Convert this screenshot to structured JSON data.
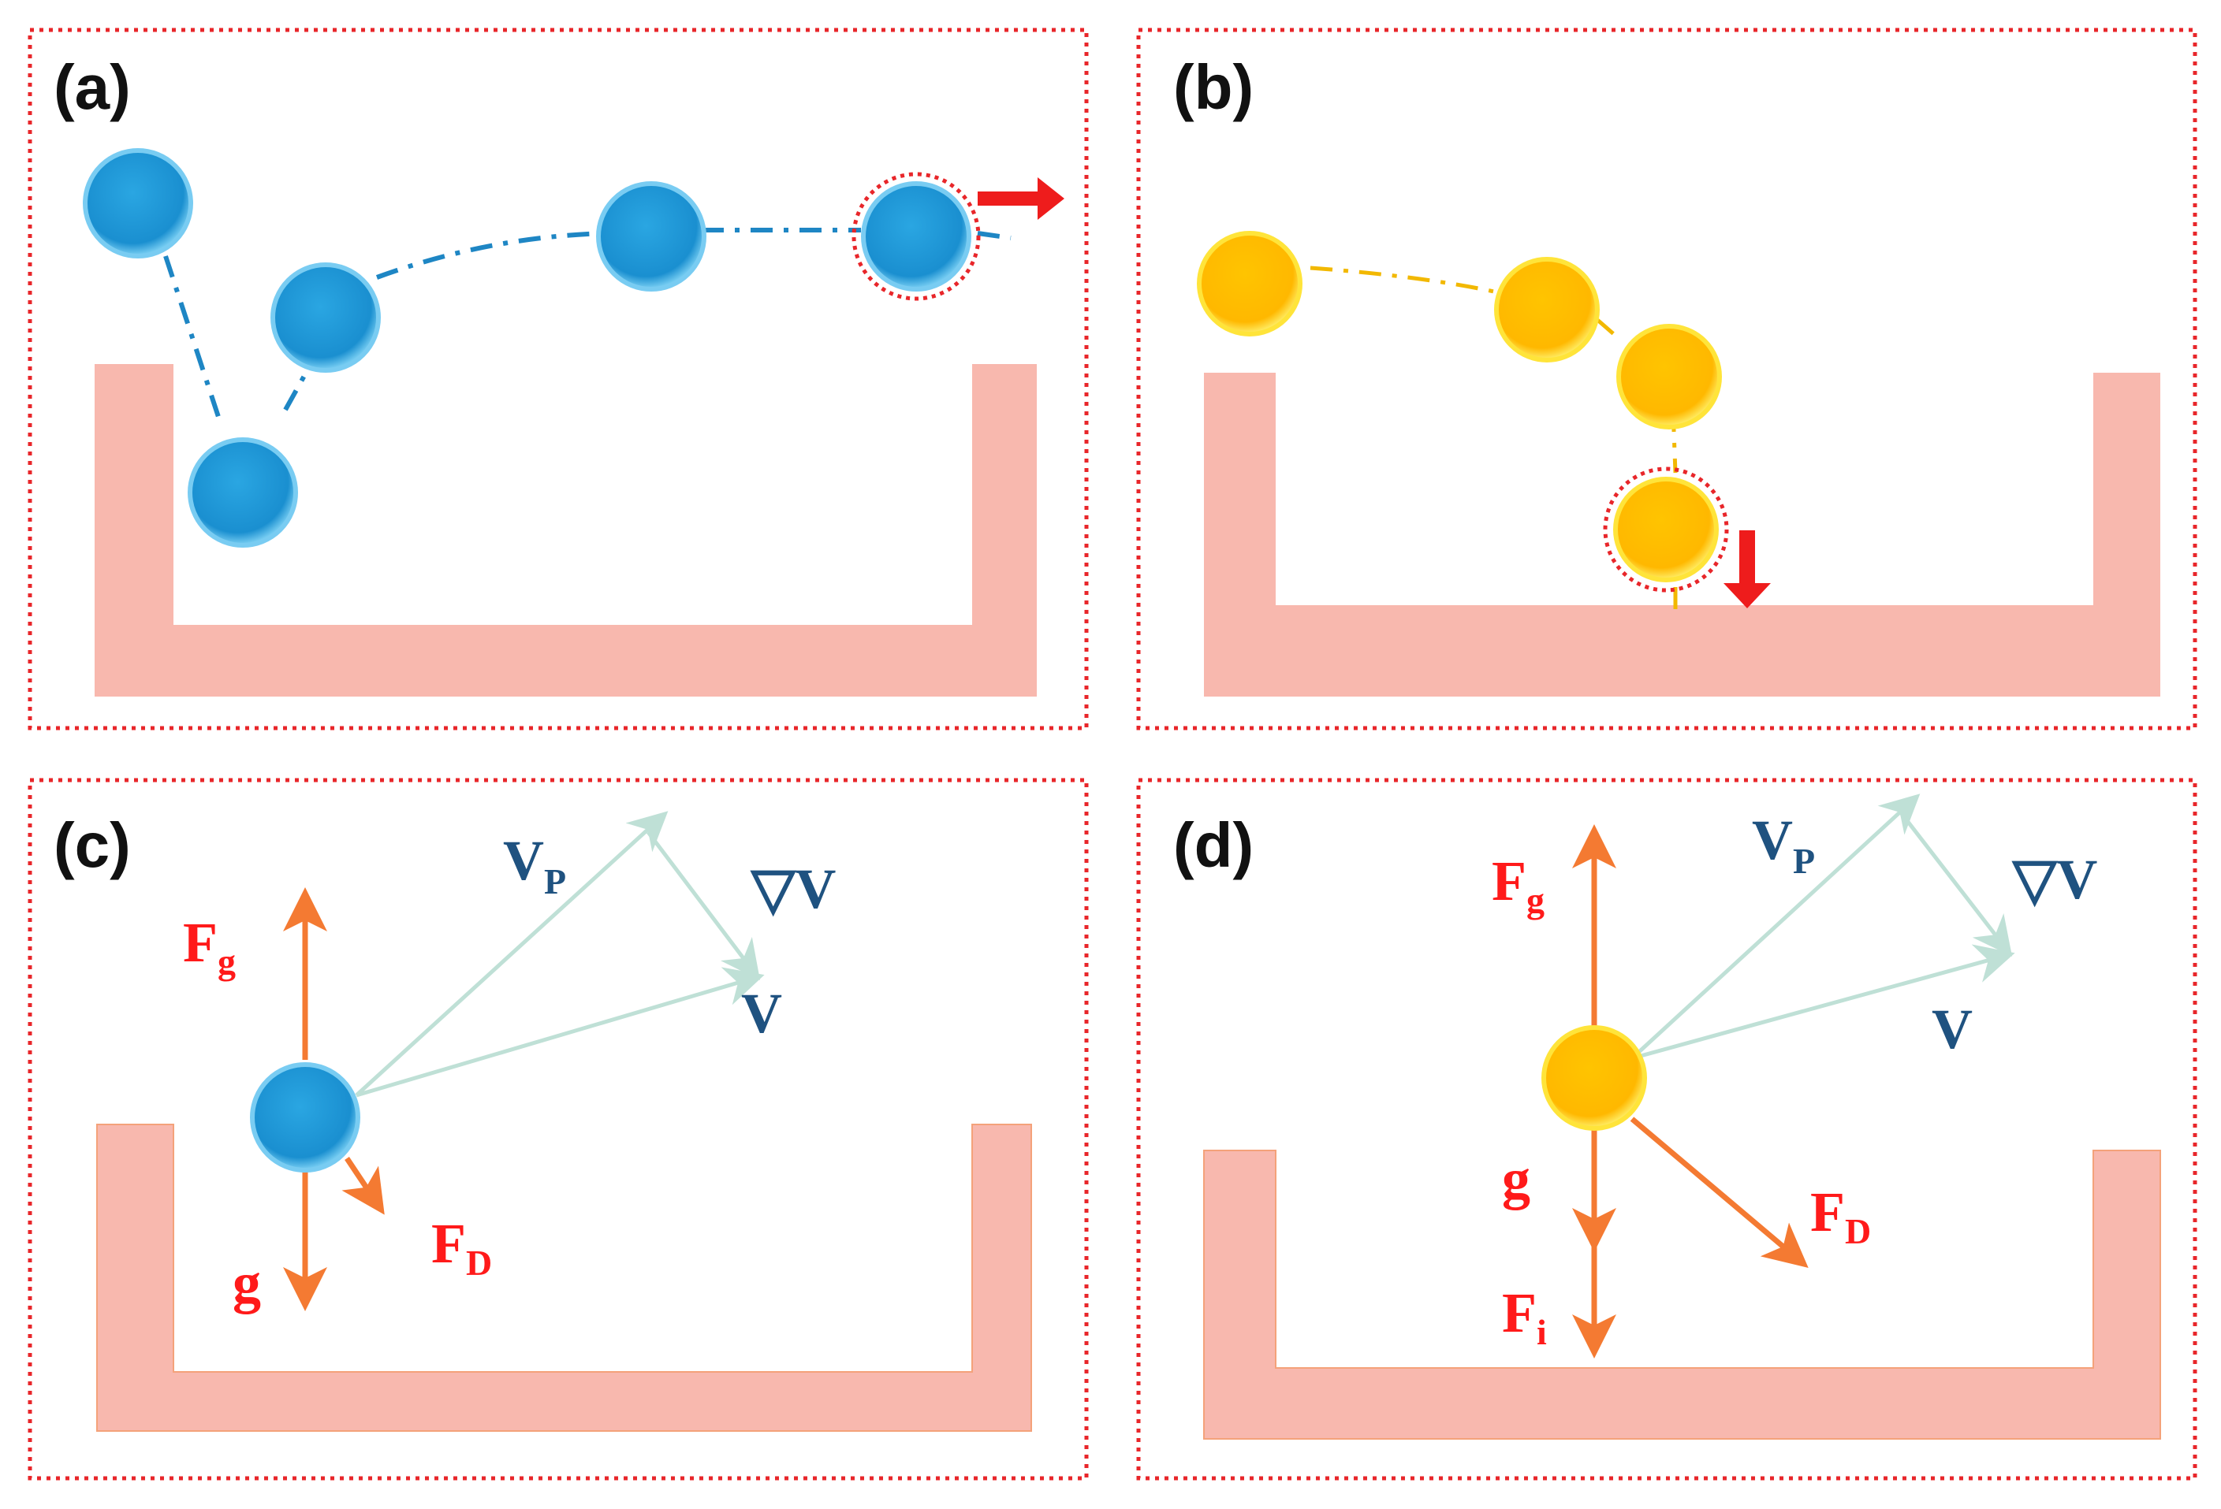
{
  "panels": {
    "a": {
      "label": "(a)"
    },
    "b": {
      "label": "(b)"
    },
    "c": {
      "label": "(c)"
    },
    "d": {
      "label": "(d)"
    }
  },
  "vectors": {
    "vp_main": "V",
    "vp_sub": "P",
    "grad_v": "▽V",
    "v": "V"
  },
  "forces": {
    "fg_main": "F",
    "fg_sub": "g",
    "fd_main": "F",
    "fd_sub": "D",
    "fi_main": "F",
    "fi_sub": "i",
    "g": "g"
  },
  "colors": {
    "frame": "#e8262a",
    "trough": "#f8b8ae",
    "blue_particle": "#1e9ad6",
    "yellow_particle": "#ffc000",
    "force_arrow": "#f47a32",
    "velocity_arrow": "#bfe0d6",
    "motion_arrow": "#ee1c1c"
  }
}
